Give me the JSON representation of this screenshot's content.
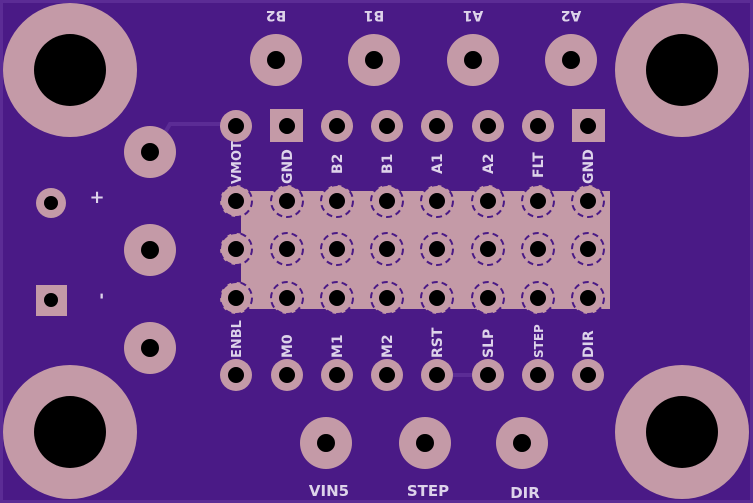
{
  "colors": {
    "board": "#4a1a86",
    "board_edge": "#5b2c95",
    "copper": "#c49aa7",
    "hole": "#000000",
    "silk": "#ddd3ea"
  },
  "top_headers": {
    "labels": [
      "B2",
      "B1",
      "A1",
      "A2"
    ]
  },
  "upper_row": {
    "labels": [
      "VMOT",
      "GND",
      "B2",
      "B1",
      "A1",
      "A2",
      "FLT",
      "GND"
    ]
  },
  "lower_row": {
    "labels": [
      "ENBL",
      "M0",
      "M1",
      "M2",
      "RST",
      "SLP",
      "STEP",
      "DIR"
    ]
  },
  "power": {
    "plus": "+",
    "minus": "-"
  },
  "bottom_headers": {
    "labels": [
      "VIN5",
      "STEP",
      "DIR"
    ]
  }
}
